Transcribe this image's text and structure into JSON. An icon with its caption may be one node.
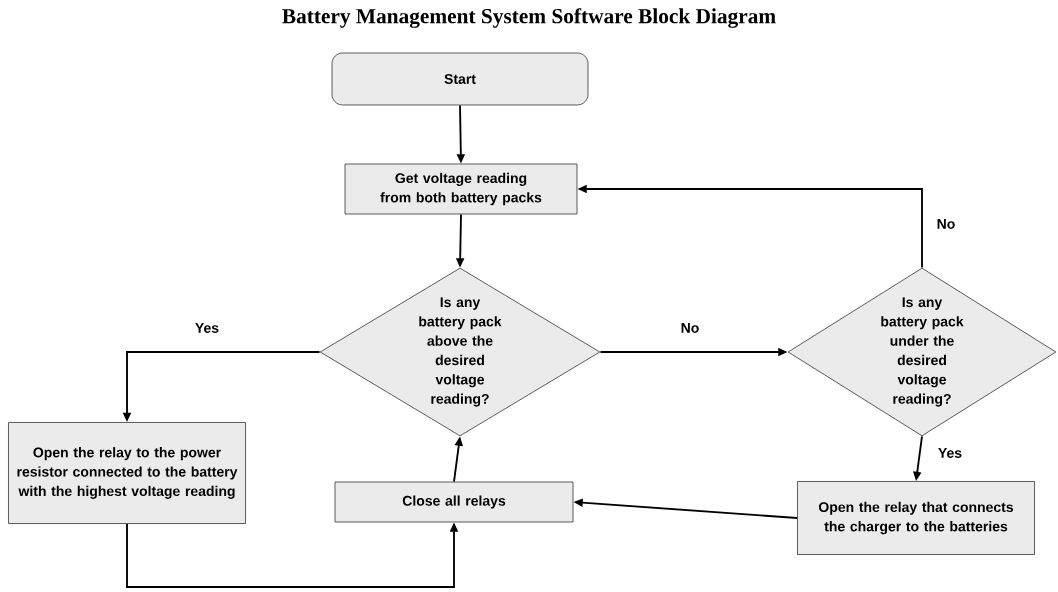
{
  "diagram": {
    "title": "Battery Management System Software Block Diagram",
    "nodes": [
      {
        "text": [
          "Start"
        ]
      },
      {
        "text": [
          "Get voltage reading from both battery packs"
        ]
      },
      {
        "text": [
          "Is any battery pack above the desired voltage reading?"
        ]
      },
      {
        "text": [
          "Is any battery pack under the desired voltage reading?"
        ]
      },
      {
        "text": [
          "Open the relay to the power resistor connected to the battery with the highest voltage reading"
        ]
      },
      {
        "text": [
          "Close all relays"
        ]
      },
      {
        "text": [
          "Open the relay that connects the charger to the batteries"
        ]
      }
    ],
    "edges": [
      {
        "from": 0,
        "to": 1,
        "arrow": "to"
      },
      {
        "from": 1,
        "to": 2,
        "arrow": "to"
      },
      {
        "from": 2,
        "to": 4,
        "arrow": "to",
        "label": "Yes"
      },
      {
        "from": 2,
        "to": 3,
        "arrow": "to",
        "label": "No"
      },
      {
        "from": 3,
        "to": 1,
        "arrow": "to",
        "label": "No"
      },
      {
        "from": 3,
        "to": 6,
        "arrow": "to",
        "label": "Yes"
      },
      {
        "from": 4,
        "to": 5,
        "arrow": "to"
      },
      {
        "from": 6,
        "to": 5,
        "arrow": "to"
      },
      {
        "from": 5,
        "to": 2,
        "arrow": "to"
      }
    ]
  }
}
